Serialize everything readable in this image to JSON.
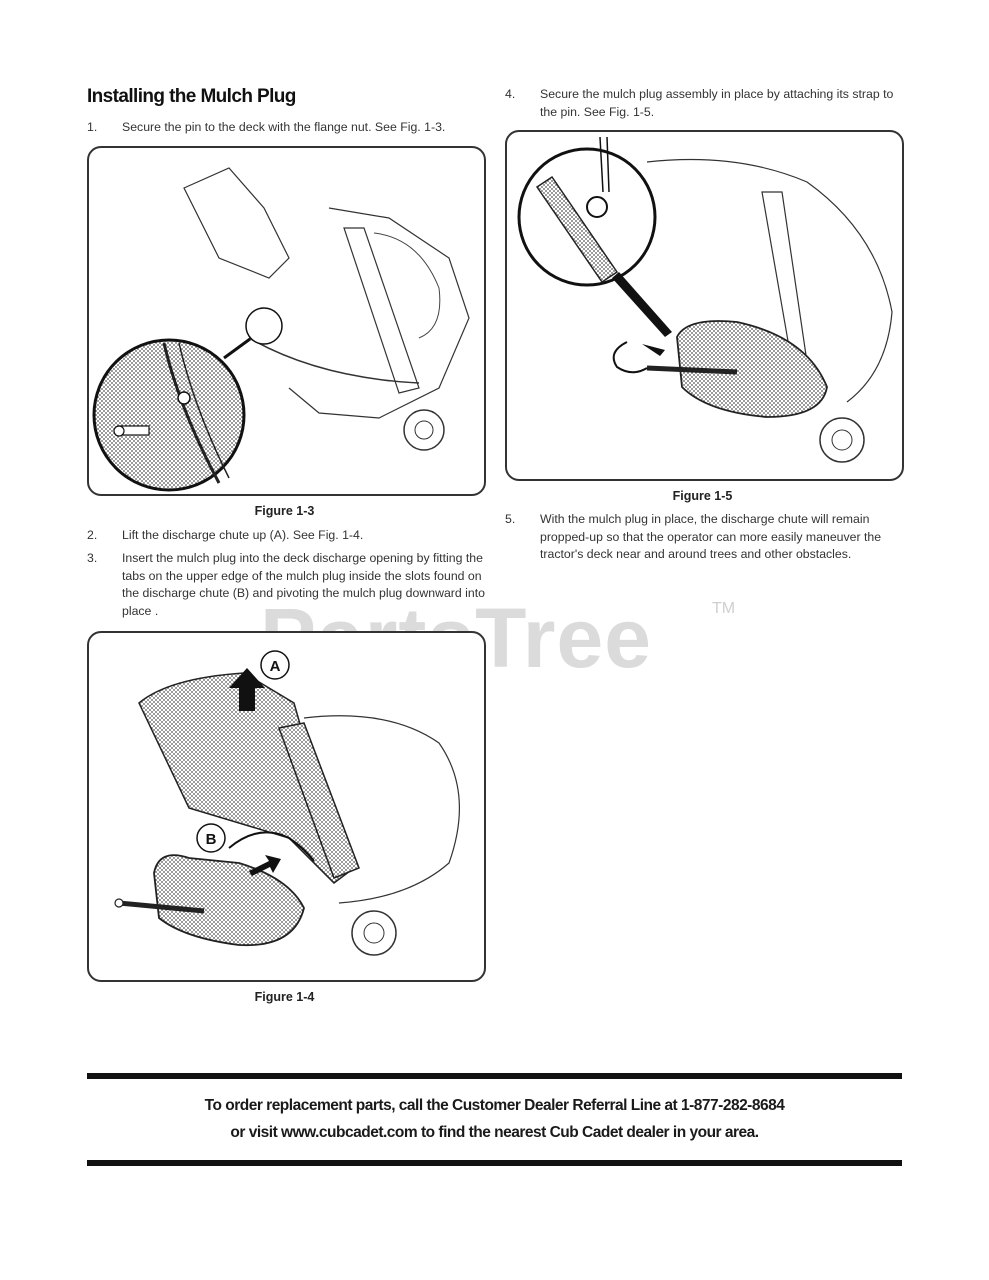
{
  "heading": "Installing the Mulch Plug",
  "steps": [
    {
      "num": "1.",
      "text": "Secure the pin to the deck with the flange nut. See Fig. 1-3."
    },
    {
      "num": "2.",
      "text": "Lift the discharge chute up (A). See Fig. 1-4."
    },
    {
      "num": "3.",
      "text": "Insert the mulch plug into the deck discharge opening by fitting the tabs on the upper edge of the mulch plug inside the slots found on the discharge chute (B) and pivoting the mulch plug downward into place ."
    },
    {
      "num": "4.",
      "text": "Secure the mulch plug assembly in place by attaching its strap to the pin. See Fig. 1-5."
    },
    {
      "num": "5.",
      "text": "With the mulch plug in place, the discharge chute will remain propped-up so that the operator can more easily maneuver the tractor's deck near and around trees and other obstacles."
    }
  ],
  "figures": {
    "fig3": {
      "caption": "Figure 1-3"
    },
    "fig4": {
      "caption": "Figure 1-4",
      "callout_a": "A",
      "callout_b": "B"
    },
    "fig5": {
      "caption": "Figure 1-5"
    }
  },
  "watermark": {
    "text": "PartsTree",
    "tm": "TM"
  },
  "footer": {
    "line1": "To order replacement parts, call the Customer Dealer Referral Line at 1-877-282-8684",
    "line2": "or visit www.cubcadet.com to find the nearest Cub Cadet dealer in your area."
  }
}
